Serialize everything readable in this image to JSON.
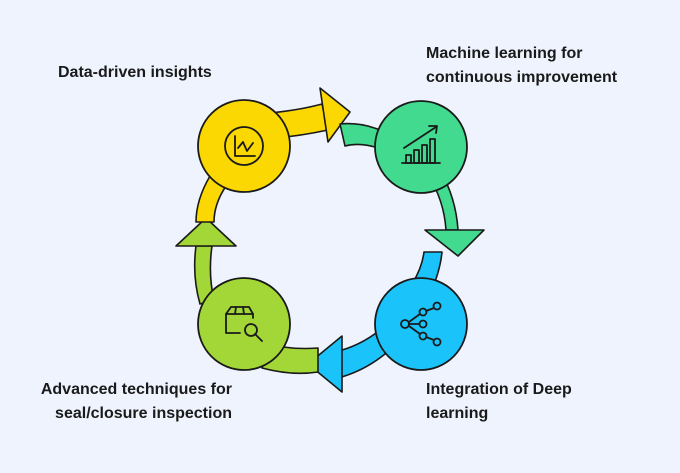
{
  "diagram": {
    "stages": [
      {
        "id": "data",
        "label_lines": [
          "Data-driven insights"
        ],
        "color": "#fcd802",
        "icon": "line-chart-icon"
      },
      {
        "id": "ml",
        "label_lines": [
          "Machine learning for",
          "continuous improvement"
        ],
        "color": "#41da8f",
        "icon": "growth-bar-chart-icon"
      },
      {
        "id": "dl",
        "label_lines": [
          "Integration of Deep",
          "learning"
        ],
        "color": "#1bc3fb",
        "icon": "network-nodes-icon"
      },
      {
        "id": "inspection",
        "label_lines": [
          "Advanced techniques for",
          "seal/closure inspection"
        ],
        "color": "#a3d637",
        "icon": "box-search-icon"
      }
    ],
    "arrow_colors": {
      "yellow_to_green": "#fcd802",
      "green_to_blue": "#41da8f",
      "blue_to_lime": "#1bc3fb",
      "lime_to_yellow": "#a3d637"
    }
  }
}
